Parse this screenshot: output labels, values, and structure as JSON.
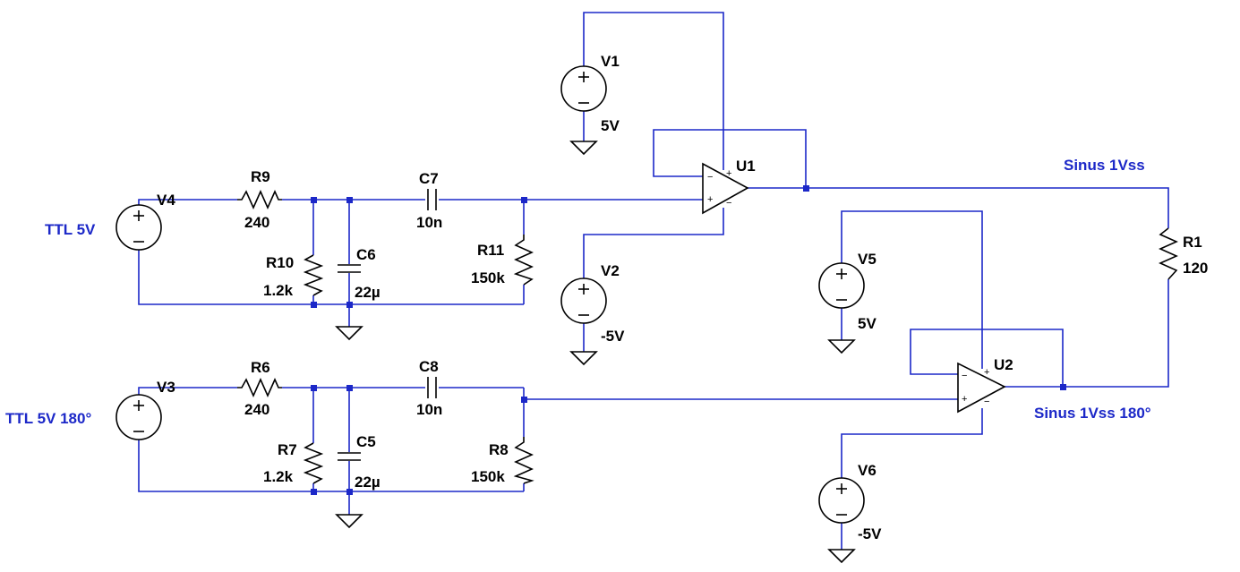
{
  "components": {
    "V1": {
      "ref": "V1",
      "value": "5V"
    },
    "V2": {
      "ref": "V2",
      "value": "-5V"
    },
    "V3": {
      "ref": "V3"
    },
    "V4": {
      "ref": "V4"
    },
    "V5": {
      "ref": "V5",
      "value": "5V"
    },
    "V6": {
      "ref": "V6",
      "value": "-5V"
    },
    "R1": {
      "ref": "R1",
      "value": "120"
    },
    "R6": {
      "ref": "R6",
      "value": "240"
    },
    "R7": {
      "ref": "R7",
      "value": "1.2k"
    },
    "R8": {
      "ref": "R8",
      "value": "150k"
    },
    "R9": {
      "ref": "R9",
      "value": "240"
    },
    "R10": {
      "ref": "R10",
      "value": "1.2k"
    },
    "R11": {
      "ref": "R11",
      "value": "150k"
    },
    "C5": {
      "ref": "C5",
      "value": "22µ"
    },
    "C6": {
      "ref": "C6",
      "value": "22µ"
    },
    "C7": {
      "ref": "C7",
      "value": "10n"
    },
    "C8": {
      "ref": "C8",
      "value": "10n"
    },
    "U1": {
      "ref": "U1"
    },
    "U2": {
      "ref": "U2"
    }
  },
  "nets": {
    "ttl": "TTL 5V",
    "ttl180": "TTL 5V 180°",
    "sinus": "Sinus 1Vss",
    "sinus180": "Sinus 1Vss 180°"
  },
  "pins": {
    "plus": "+",
    "minus": "−"
  },
  "colors": {
    "wire": "#1c28c8",
    "component": "#000000",
    "net_label": "#1c28c8"
  }
}
